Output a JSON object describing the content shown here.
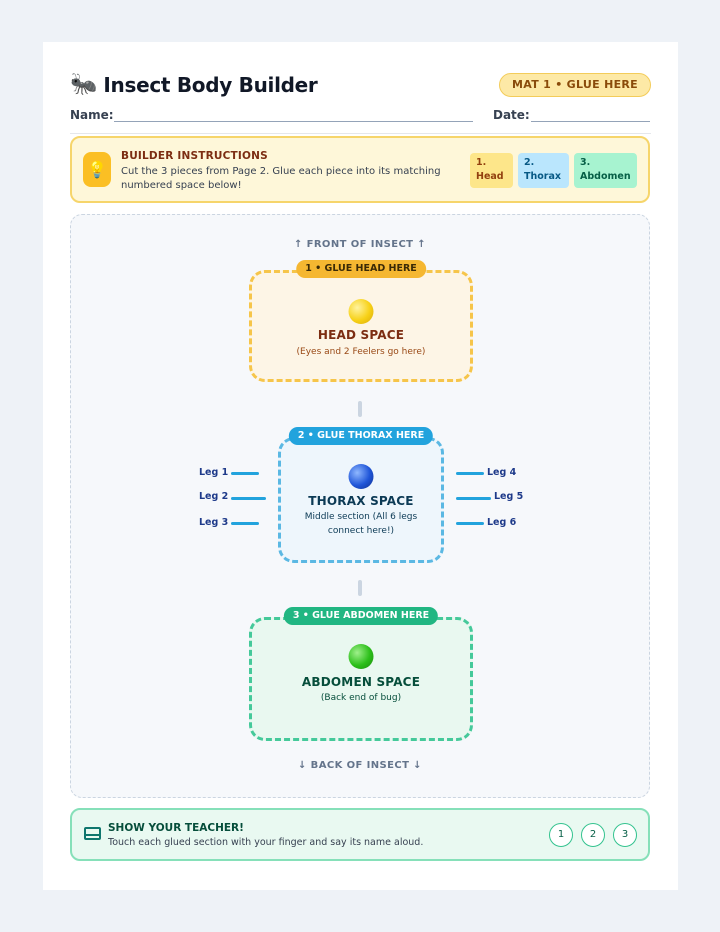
{
  "header": {
    "icon": "ant-icon",
    "title": "Insect Body Builder",
    "mat_badge": "MAT 1 • GLUE HERE",
    "name_label": "Name:",
    "date_label": "Date:"
  },
  "instructions": {
    "icon": "lightbulb-icon",
    "title": "BUILDER INSTRUCTIONS",
    "body": "Cut the 3 pieces from Page 2. Glue each piece into its matching numbered space below!",
    "chips": [
      {
        "num": "1.",
        "label": "Head"
      },
      {
        "num": "2.",
        "label": "Thorax"
      },
      {
        "num": "3.",
        "label": "Abdomen"
      }
    ]
  },
  "board": {
    "front_label": "↑   FRONT OF INSECT   ↑",
    "back_label": "↓   BACK OF INSECT   ↓",
    "head": {
      "tag": "1 • GLUE HEAD HERE",
      "title": "HEAD SPACE",
      "sub": "(Eyes and 2 Feelers go here)"
    },
    "thorax": {
      "tag": "2 • GLUE THORAX HERE",
      "title": "THORAX SPACE",
      "sub": "Middle section (All 6 legs connect here!)"
    },
    "abdomen": {
      "tag": "3 • GLUE ABDOMEN HERE",
      "title": "ABDOMEN SPACE",
      "sub": "(Back end of bug)"
    },
    "legs_left": [
      "Leg 1",
      "Leg 2",
      "Leg 3"
    ],
    "legs_right": [
      "Leg 4",
      "Leg 5",
      "Leg 6"
    ]
  },
  "teacher": {
    "icon": "tablet-icon",
    "title": "SHOW YOUR TEACHER!",
    "body": "Touch each glued section with your finger and say its name aloud.",
    "checks": [
      "1",
      "2",
      "3"
    ]
  },
  "colors": {
    "head": "#f6c54a",
    "thorax": "#5bb8e3",
    "abdomen": "#45c99a"
  }
}
